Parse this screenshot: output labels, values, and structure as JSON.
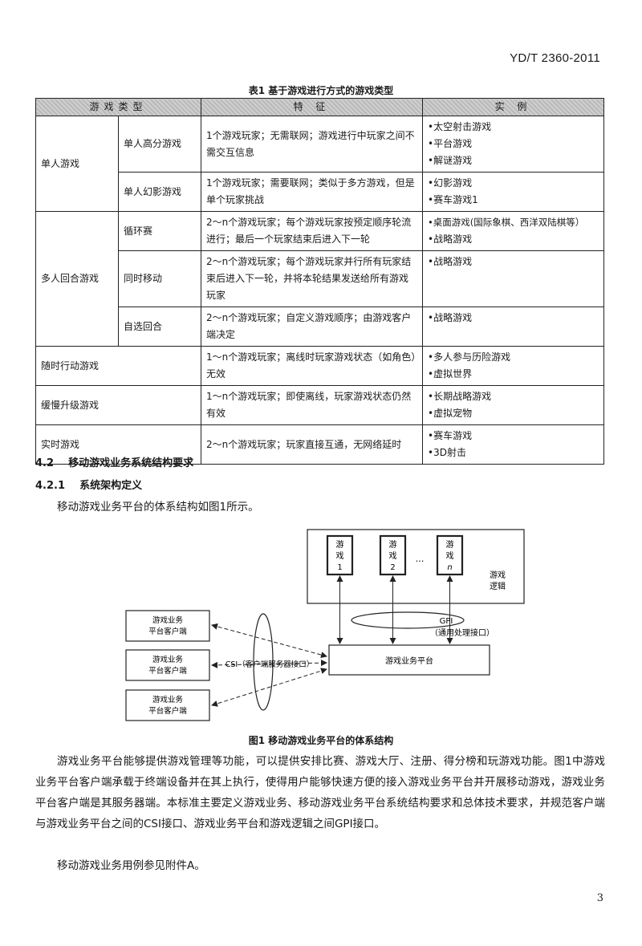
{
  "header": {
    "standard_number": "YD/T 2360-2011"
  },
  "table": {
    "caption": "表1   基于游戏进行方式的游戏类型",
    "headers": [
      "游戏类型",
      "特  征",
      "实  例"
    ],
    "rows": [
      {
        "group": "单人游戏",
        "sub": "单人高分游戏",
        "feature": "1个游戏玩家；无需联网；游戏进行中玩家之间不需交互信息",
        "examples": [
          "•太空射击游戏",
          "•平台游戏",
          "•解谜游戏"
        ]
      },
      {
        "group": "",
        "sub": "单人幻影游戏",
        "feature": "1个游戏玩家；需要联网；类似于多方游戏，但是单个玩家挑战",
        "examples": [
          "•幻影游戏",
          "•赛车游戏1"
        ]
      },
      {
        "group": "多人回合游戏",
        "sub": "循环赛",
        "feature": "2～n个游戏玩家；每个游戏玩家按预定顺序轮流进行；最后一个玩家结束后进入下一轮",
        "examples": [
          "•桌面游戏(国际象棋、西洋双陆棋等）",
          "•战略游戏"
        ]
      },
      {
        "group": "",
        "sub": "同时移动",
        "feature": "2～n个游戏玩家；每个游戏玩家并行所有玩家结束后进入下一轮，并将本轮结果发送给所有游戏玩家",
        "examples": [
          "•战略游戏"
        ]
      },
      {
        "group": "",
        "sub": "自选回合",
        "feature": "2～n个游戏玩家；自定义游戏顺序；由游戏客户端决定",
        "examples": [
          "•战略游戏"
        ]
      },
      {
        "group": "随时行动游戏",
        "sub": "",
        "feature": "1～n个游戏玩家；离线时玩家游戏状态（如角色）无效",
        "examples": [
          "•多人参与历险游戏",
          "•虚拟世界"
        ]
      },
      {
        "group": "缓慢升级游戏",
        "sub": "",
        "feature": "1～n个游戏玩家；即使离线，玩家游戏状态仍然有效",
        "examples": [
          "•长期战略游戏",
          "•虚拟宠物"
        ]
      },
      {
        "group": "实时游戏",
        "sub": "",
        "feature": "2～n个游戏玩家；玩家直接互通，无网络延时",
        "examples": [
          "•赛车游戏",
          "•3D射击"
        ]
      }
    ]
  },
  "section": {
    "number": "4.2",
    "title": "移动游戏业务系统结构要求"
  },
  "subsection": {
    "number": "4.2.1",
    "title": "系统架构定义"
  },
  "intro": "移动游戏业务平台的体系结构如图1所示。",
  "figure": {
    "caption": "图1   移动游戏业务平台的体系结构",
    "games": [
      {
        "l1": "游",
        "l2": "戏",
        "l3": "1"
      },
      {
        "l1": "游",
        "l2": "戏",
        "l3": "2"
      },
      {
        "l1": "游",
        "l2": "戏",
        "l3": "n"
      }
    ],
    "ellipsis": "…",
    "logic_label_1": "游戏",
    "logic_label_2": "逻辑",
    "gpi_label": "GPI",
    "gpi_note": "（通用处理接口）",
    "platform_label": "游戏业务平台",
    "csi_label": "CSI（客户端服务器接口）",
    "client_line1": "游戏业务",
    "client_line2": "平台客户端"
  },
  "paragraphs": [
    "游戏业务平台能够提供游戏管理等功能，可以提供安排比赛、游戏大厅、注册、得分榜和玩游戏功能。图1中游戏业务平台客户端承载于终端设备并在其上执行，使得用户能够快速方便的接入游戏业务平台并开展移动游戏，游戏业务平台客户端是其服务器端。本标准主要定义游戏业务、移动游戏业务平台系统结构要求和总体技术要求，并规范客户端与游戏业务平台之间的CSI接口、游戏业务平台和游戏逻辑之间GPI接口。",
    "移动游戏业务用例参见附件A。"
  ],
  "page_number": "3"
}
